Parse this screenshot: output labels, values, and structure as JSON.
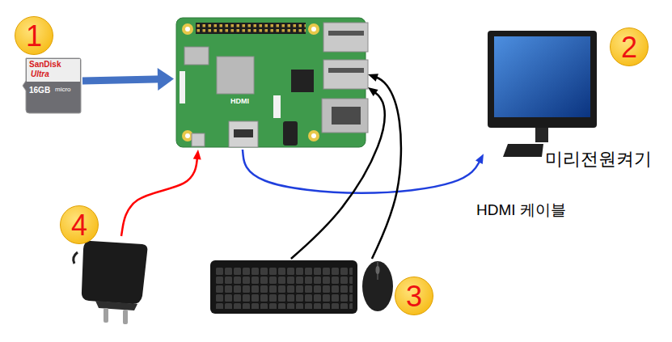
{
  "diagram": {
    "nodes": [
      {
        "text": [
          "1"
        ]
      },
      {
        "text": [
          "HDMI"
        ]
      },
      {
        "text": [
          "2",
          "미리전원켜기"
        ]
      },
      {
        "text": [
          "3"
        ]
      },
      {
        "text": [
          "4"
        ]
      }
    ],
    "edges": [
      {
        "from": 0,
        "to": 1,
        "arrow": "to"
      },
      {
        "from": 1,
        "to": 2,
        "label": "HDMI 케이블",
        "arrow": "to"
      },
      {
        "from": 3,
        "to": 1,
        "arrow": "to"
      },
      {
        "from": 3,
        "to": 1,
        "arrow": "to"
      },
      {
        "from": 4,
        "to": 1,
        "arrow": "to"
      }
    ],
    "labels": [
      "SanDisk",
      "Ultra",
      "16GB",
      "micro"
    ]
  }
}
